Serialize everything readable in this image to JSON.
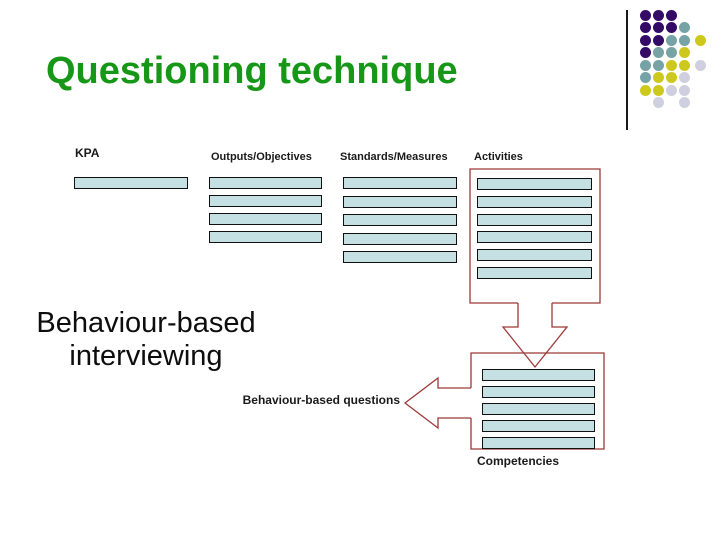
{
  "title": {
    "text": "Questioning technique"
  },
  "headers": [
    {
      "id": "kpa",
      "label": "KPA"
    },
    {
      "id": "outputs",
      "label": "Outputs/Objectives"
    },
    {
      "id": "standards",
      "label": "Standards/Measures"
    },
    {
      "id": "activities",
      "label": "Activities"
    }
  ],
  "bar_columns": {
    "kpa": 1,
    "outputs": 4,
    "standards": 5,
    "activities": 6,
    "competencies": 5
  },
  "labels": {
    "interviewing_line1": "Behaviour-based",
    "interviewing_line2": "interviewing",
    "questions": "Behaviour-based questions",
    "competencies": "Competencies"
  },
  "colors": {
    "title_green": "#179717",
    "outline_red": "#9B3938",
    "bar_fill": "#C5E0E2",
    "bar_border": "#111111",
    "dot_purple": "#330A66",
    "dot_teal": "#76A3A6",
    "dot_yellow": "#CDC91C",
    "dot_lavender": "#CFCFE0"
  },
  "decoration": {
    "dot_rows": [
      [
        "P",
        "P",
        "P",
        null,
        null
      ],
      [
        "P",
        "P",
        "P",
        "T",
        null
      ],
      [
        "P",
        "P",
        "T",
        "T",
        "Y"
      ],
      [
        "P",
        "T",
        "T",
        "Y",
        null
      ],
      [
        "T",
        "T",
        "Y",
        "Y",
        "L"
      ],
      [
        "T",
        "Y",
        "Y",
        "L",
        null
      ],
      [
        "Y",
        "Y",
        "L",
        "L",
        null
      ],
      [
        null,
        "L",
        null,
        "L",
        null
      ]
    ]
  }
}
